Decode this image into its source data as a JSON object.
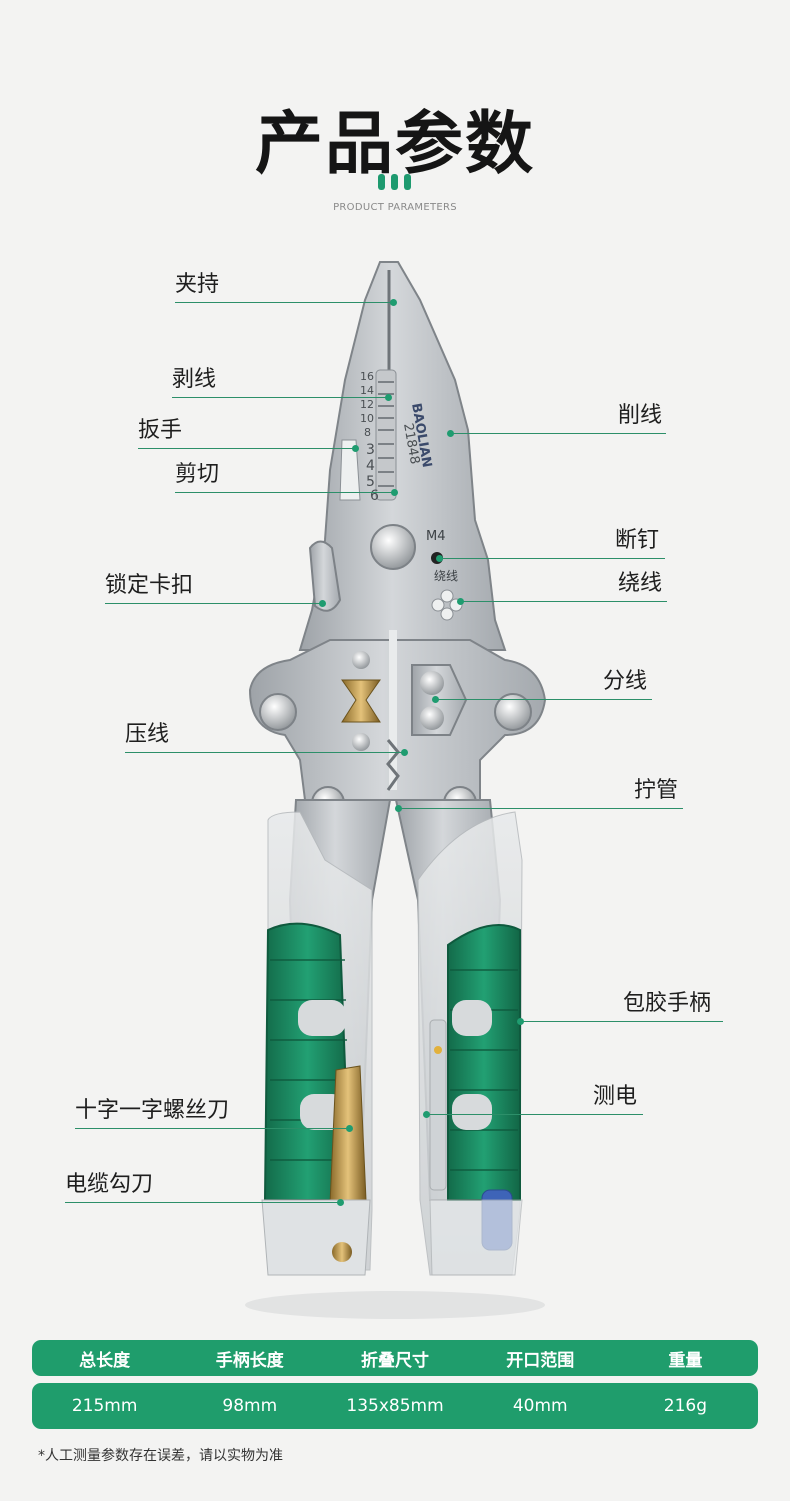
{
  "header": {
    "title": "产品参数",
    "subtitle": "PRODUCT PARAMETERS"
  },
  "tool_engravings": {
    "brand": "BAOLIAN",
    "model": "21848",
    "crimp_sizes": [
      "16",
      "14",
      "12",
      "10",
      "8"
    ],
    "bolt_sizes": [
      "3",
      "4",
      "5",
      "6"
    ],
    "bolt_mark": "M4",
    "winding_mark": "绕线"
  },
  "callouts": {
    "grip": "夹持",
    "strip": "剥线",
    "wrench": "扳手",
    "cut": "剪切",
    "lock": "锁定卡扣",
    "crimp": "压线",
    "shave": "削线",
    "bolt_cut": "断钉",
    "wind": "绕线",
    "split": "分线",
    "tube": "拧管",
    "handle": "包胶手柄",
    "screwdriver": "十字一字螺丝刀",
    "test": "测电",
    "cable_knife": "电缆勾刀"
  },
  "specs": {
    "headers": [
      "总长度",
      "手柄长度",
      "折叠尺寸",
      "开口范围",
      "重量"
    ],
    "values": [
      "215mm",
      "98mm",
      "135x85mm",
      "40mm",
      "216g"
    ]
  },
  "note": "*人工测量参数存在误差，请以实物为准",
  "colors": {
    "accent": "#1f9d6c",
    "handle": "#1c8e63",
    "steel": "#b9bdc1",
    "background": "#f3f3f2"
  }
}
